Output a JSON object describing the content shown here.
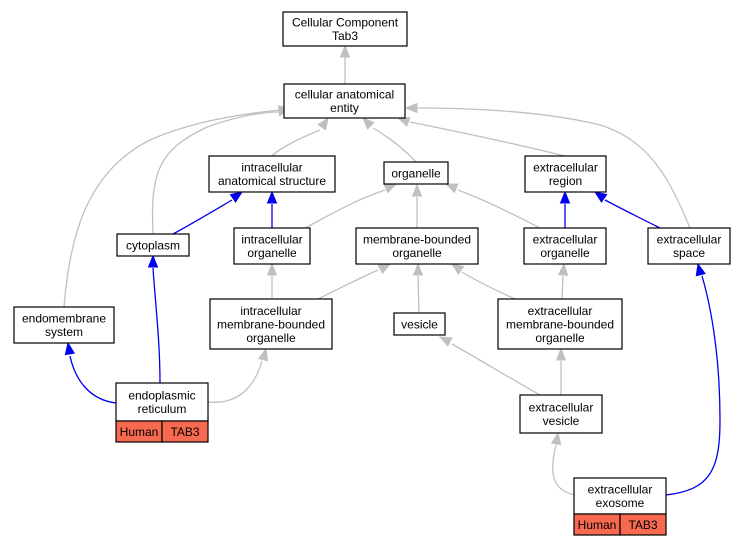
{
  "colors": {
    "is_a_edge": "#c0c0c0",
    "part_of_edge": "#0000ee",
    "annotation_fill": "#f76a50",
    "node_fill": "#ffffff",
    "node_stroke": "#000000"
  },
  "nodes": [
    {
      "id": "root",
      "lines": [
        "Cellular Component",
        "Tab3"
      ]
    },
    {
      "id": "cae",
      "lines": [
        "cellular anatomical",
        "entity"
      ]
    },
    {
      "id": "ias",
      "lines": [
        "intracellular",
        "anatomical structure"
      ]
    },
    {
      "id": "organelle",
      "lines": [
        "organelle"
      ]
    },
    {
      "id": "er_region",
      "lines": [
        "extracellular",
        "region"
      ]
    },
    {
      "id": "cytoplasm",
      "lines": [
        "cytoplasm"
      ]
    },
    {
      "id": "io",
      "lines": [
        "intracellular",
        "organelle"
      ]
    },
    {
      "id": "mbo",
      "lines": [
        "membrane-bounded",
        "organelle"
      ]
    },
    {
      "id": "eo",
      "lines": [
        "extracellular",
        "organelle"
      ]
    },
    {
      "id": "es",
      "lines": [
        "extracellular",
        "space"
      ]
    },
    {
      "id": "ems",
      "lines": [
        "endomembrane",
        "system"
      ]
    },
    {
      "id": "imbo",
      "lines": [
        "intracellular",
        "membrane-bounded",
        "organelle"
      ]
    },
    {
      "id": "vesicle",
      "lines": [
        "vesicle"
      ]
    },
    {
      "id": "embo",
      "lines": [
        "extracellular",
        "membrane-bounded",
        "organelle"
      ]
    },
    {
      "id": "er",
      "lines": [
        "endoplasmic",
        "reticulum"
      ],
      "tags": [
        "Human",
        "TAB3"
      ]
    },
    {
      "id": "ev",
      "lines": [
        "extracellular",
        "vesicle"
      ]
    },
    {
      "id": "exo",
      "lines": [
        "extracellular",
        "exosome"
      ],
      "tags": [
        "Human",
        "TAB3"
      ]
    }
  ],
  "edges": [
    {
      "from": "cae",
      "to": "root",
      "type": "is_a"
    },
    {
      "from": "ias",
      "to": "cae",
      "type": "is_a"
    },
    {
      "from": "organelle",
      "to": "cae",
      "type": "is_a"
    },
    {
      "from": "er_region",
      "to": "cae",
      "type": "is_a"
    },
    {
      "from": "cytoplasm",
      "to": "cae",
      "type": "is_a"
    },
    {
      "from": "ems",
      "to": "cae",
      "type": "is_a"
    },
    {
      "from": "es",
      "to": "cae",
      "type": "is_a"
    },
    {
      "from": "cytoplasm",
      "to": "ias",
      "type": "part_of"
    },
    {
      "from": "io",
      "to": "ias",
      "type": "part_of"
    },
    {
      "from": "io",
      "to": "organelle",
      "type": "is_a"
    },
    {
      "from": "mbo",
      "to": "organelle",
      "type": "is_a"
    },
    {
      "from": "eo",
      "to": "organelle",
      "type": "is_a"
    },
    {
      "from": "eo",
      "to": "er_region",
      "type": "part_of"
    },
    {
      "from": "es",
      "to": "er_region",
      "type": "part_of"
    },
    {
      "from": "imbo",
      "to": "io",
      "type": "is_a"
    },
    {
      "from": "imbo",
      "to": "mbo",
      "type": "is_a"
    },
    {
      "from": "vesicle",
      "to": "mbo",
      "type": "is_a"
    },
    {
      "from": "embo",
      "to": "mbo",
      "type": "is_a"
    },
    {
      "from": "embo",
      "to": "eo",
      "type": "is_a"
    },
    {
      "from": "er",
      "to": "ems",
      "type": "part_of"
    },
    {
      "from": "er",
      "to": "cytoplasm",
      "type": "part_of"
    },
    {
      "from": "er",
      "to": "imbo",
      "type": "is_a"
    },
    {
      "from": "ev",
      "to": "vesicle",
      "type": "is_a"
    },
    {
      "from": "ev",
      "to": "embo",
      "type": "is_a"
    },
    {
      "from": "exo",
      "to": "ev",
      "type": "is_a"
    },
    {
      "from": "exo",
      "to": "es",
      "type": "part_of"
    }
  ]
}
